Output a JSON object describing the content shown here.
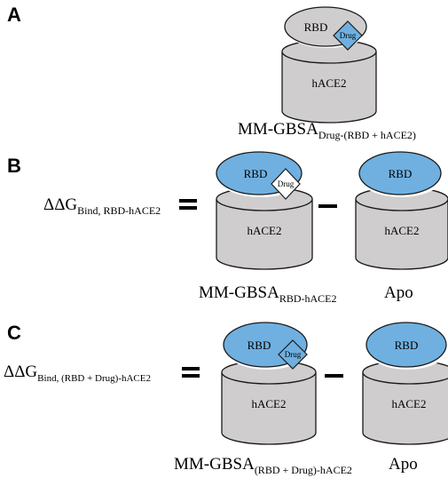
{
  "panels": {
    "a": {
      "letter": "A",
      "rbd": "RBD",
      "drug": "Drug",
      "hace2": "hACE2",
      "caption_main": "MM-GBSA",
      "caption_sub": "Drug-(RBD + hACE2)"
    },
    "b": {
      "letter": "B",
      "ddg_main": "ΔΔG",
      "ddg_sub": "Bind, RBD-hACE2",
      "equals": "=",
      "minus": "−",
      "left_rbd": "RBD",
      "left_drug": "Drug",
      "left_hace2": "hACE2",
      "right_rbd": "RBD",
      "right_hace2": "hACE2",
      "caption_left_main": "MM-GBSA",
      "caption_left_sub": "RBD-hACE2",
      "caption_right": "Apo"
    },
    "c": {
      "letter": "C",
      "ddg_main": "ΔΔG",
      "ddg_sub": "Bind, (RBD + Drug)-hACE2",
      "equals": "=",
      "minus": "−",
      "left_rbd": "RBD",
      "left_drug": "Drug",
      "left_hace2": "hACE2",
      "right_rbd": "RBD",
      "right_hace2": "hACE2",
      "caption_left_main": "MM-GBSA",
      "caption_left_sub": "(RBD + Drug)-hACE2",
      "caption_right": "Apo"
    }
  },
  "colors": {
    "cylinder_fill": "#cfcdcd",
    "rbd_blue": "#6fb0e0",
    "rbd_gray": "#cfcdcd",
    "drug_blue": "#6fb0e0",
    "drug_white": "#ffffff",
    "stroke": "#1a1a1a"
  }
}
